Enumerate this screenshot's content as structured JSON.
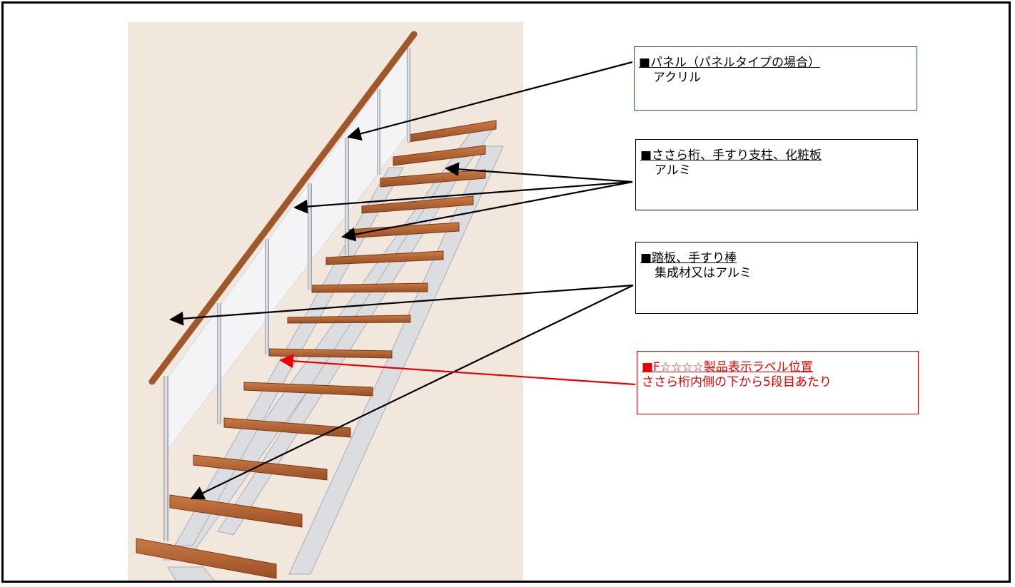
{
  "callouts": {
    "panel": {
      "title": "■パネル（パネルタイプの場合）",
      "sub": "アクリル"
    },
    "stringer": {
      "title": "■ささら桁、手すり支柱、化粧板",
      "sub": "アルミ"
    },
    "tread": {
      "title": "■踏板、手すり棒",
      "sub": "集成材又はアルミ"
    },
    "label": {
      "title": "■F☆☆☆☆製品表示ラベル位置",
      "sub": "ささら桁内側の下から5段目あたり"
    }
  },
  "colors": {
    "background_panel": "#f2e7dd",
    "tread": "#b8693a",
    "aluminum": "#d9d9dc",
    "acrylic": "#f2f3f6",
    "handrail": "#a0582b",
    "arrow_black": "#000000",
    "arrow_red": "#e60000"
  }
}
